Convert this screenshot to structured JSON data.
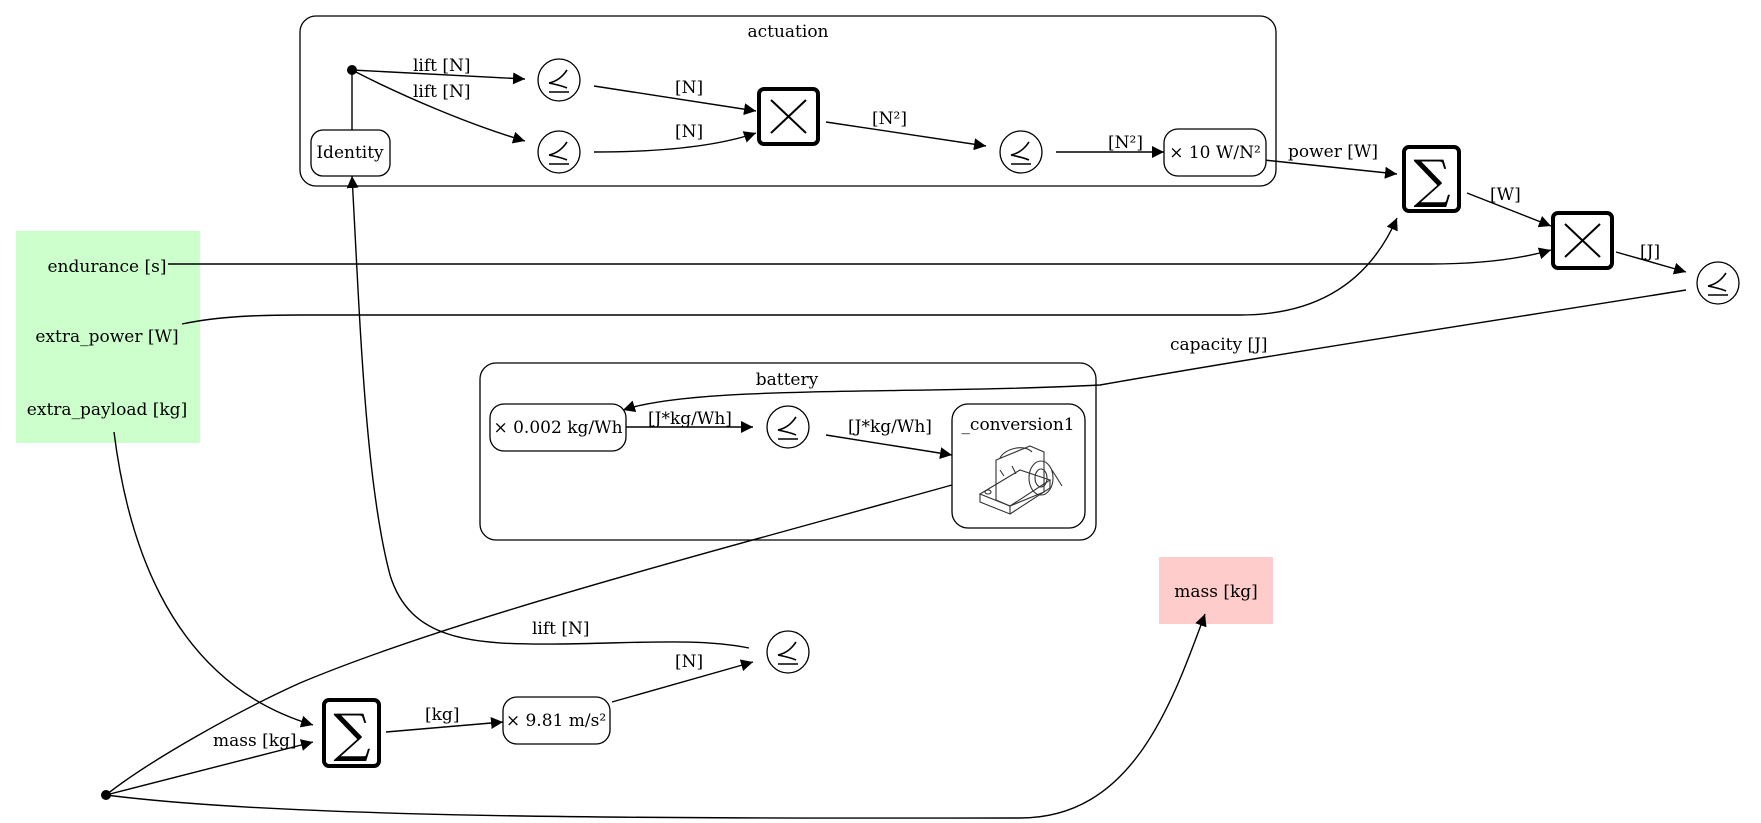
{
  "clusters": {
    "actuation": "actuation",
    "battery": "battery"
  },
  "nodes": {
    "identity": "Identity",
    "power_scale": "× 10 W/N²",
    "battery_scale": "× 0.002 kg/Wh",
    "conversion": "_conversion1",
    "gravity_scale": "× 9.81 m/s²",
    "sum_symbol": "∑",
    "leq_symbol": "⪯"
  },
  "inputs": {
    "endurance": "endurance [s]",
    "extra_power": "extra_power [W]",
    "extra_payload": "extra_payload [kg]"
  },
  "outputs": {
    "mass": "mass [kg]"
  },
  "edge_labels": {
    "lift_upper": "lift [N]",
    "lift_lower": "lift [N]",
    "n_upper": "[N]",
    "n_lower": "[N]",
    "n2_product": "[N²]",
    "n2_leq": "[N²]",
    "power": "power [W]",
    "w": "[W]",
    "j": "[J]",
    "capacity": "capacity [J]",
    "jkgwh_1": "[J*kg/Wh]",
    "jkgwh_2": "[J*kg/Wh]",
    "lift_feedback": "lift [N]",
    "n_weight": "[N]",
    "kg": "[kg]",
    "mass_edge": "mass [kg]"
  },
  "colors": {
    "input_fill": "#ccffcc",
    "output_fill": "#ffcccc"
  }
}
